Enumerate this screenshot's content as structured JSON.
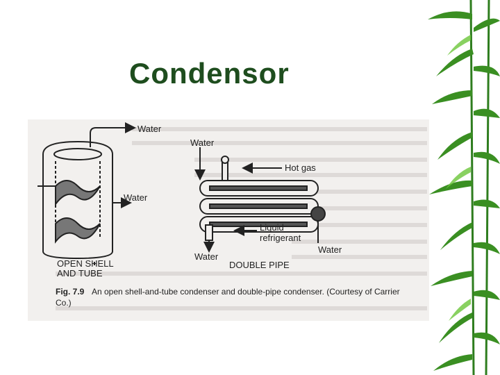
{
  "slide": {
    "title": "Condensor"
  },
  "figure": {
    "labels": {
      "water_top": "Water",
      "water_pipe_top": "Water",
      "hot_gas": "Hot gas",
      "water_mid": "Water",
      "liquid": "Liquid",
      "refrigerant": "refrigerant",
      "water_bottom": "Water",
      "water_right": "Water",
      "open_shell": "OPEN SHELL",
      "and_tube": "AND TUBE",
      "double_pipe": "DOUBLE PIPE"
    },
    "caption_label": "Fig. 7.9",
    "caption_text": "An open shell-and-tube condenser and double-pipe condenser. (Courtesy of Carrier",
    "caption_text2": "Co.)"
  },
  "colors": {
    "title": "#1e4d1e",
    "bamboo_dark": "#2e7d1e",
    "bamboo_light": "#5cb82e",
    "paper": "#f2f0ee",
    "ink": "#222222"
  }
}
